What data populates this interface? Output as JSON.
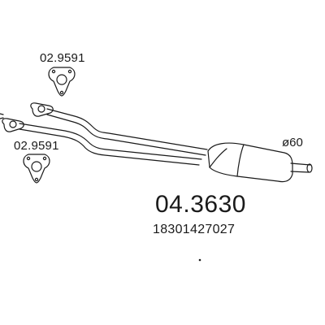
{
  "gaskets": [
    {
      "code": "02.9591",
      "icon": "triangular-flange-gasket"
    },
    {
      "code": "02.9591",
      "icon": "triangular-flange-gasket"
    }
  ],
  "part": {
    "number": "04.3630",
    "oem_number": "18301427027",
    "outlet_diameter": "ø60"
  },
  "colors": {
    "line": "#1a1a1a",
    "background": "#ffffff"
  }
}
